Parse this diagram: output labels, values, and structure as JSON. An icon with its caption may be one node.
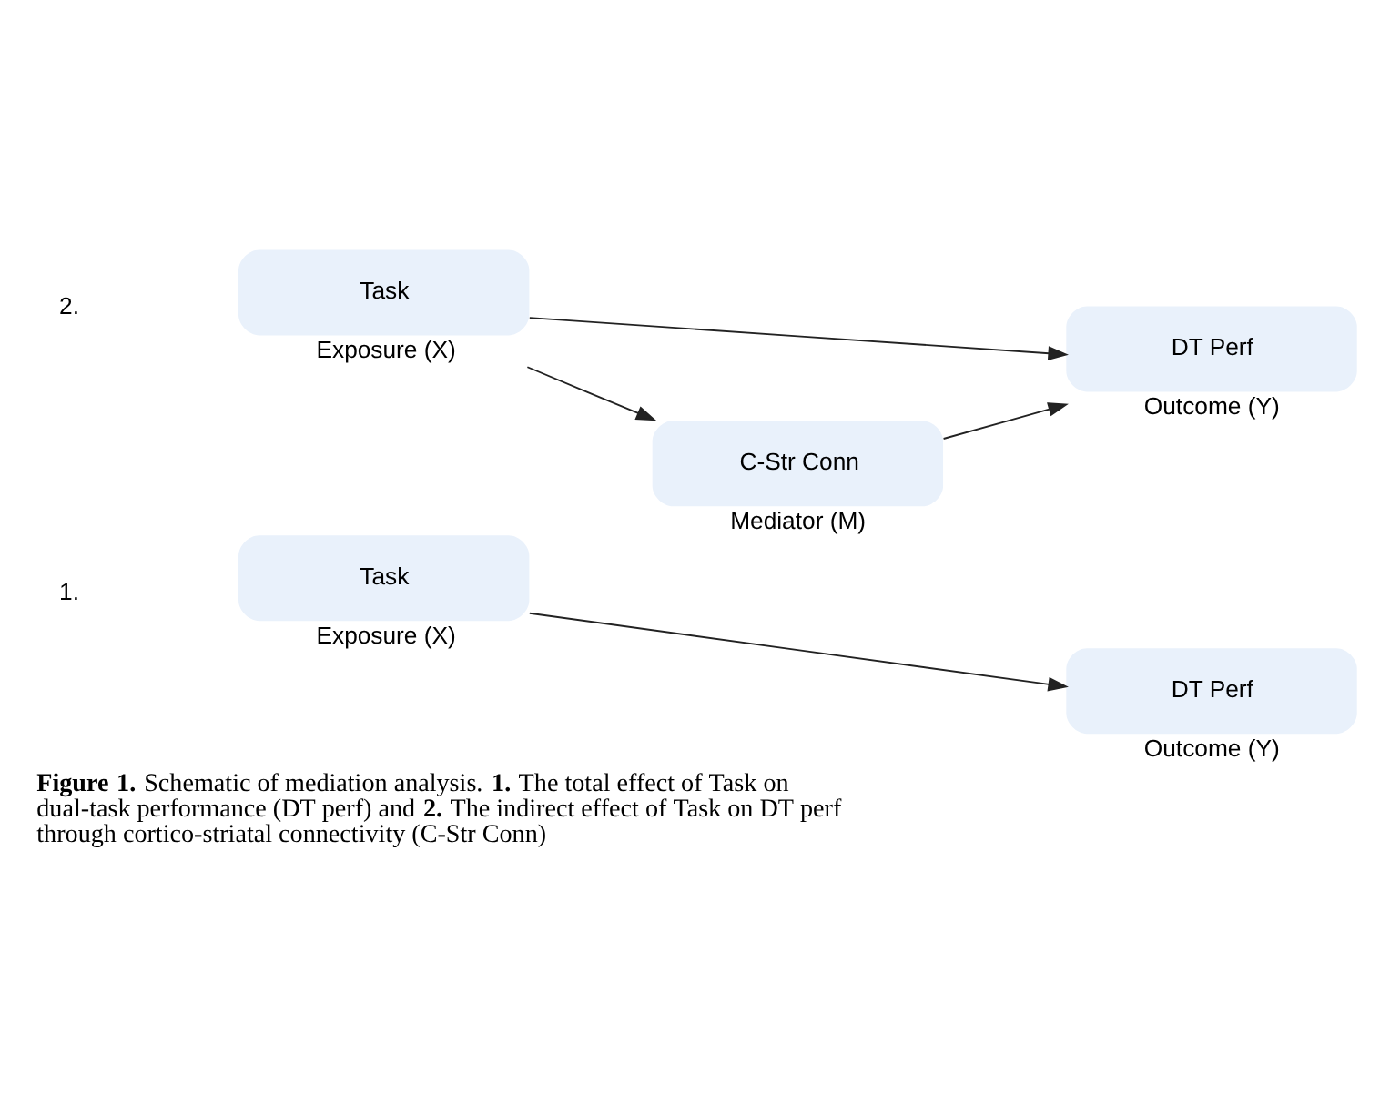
{
  "diagram": {
    "caption": "**Figure 1.** Schematic of mediation analysis. **1.** The total effect of Task on dual-task performance (DT perf) and **2.** The indirect effect of Task on DT perf through cortico-striatal connectivity (C-Str Conn)",
    "nodes": [
      {
        "text": [
          "Task"
        ],
        "beside": [
          "Exposure (X)"
        ]
      },
      {
        "text": [
          "DT Perf"
        ],
        "beside": [
          "Outcome (Y)"
        ]
      },
      {
        "text": [
          "C-Str Conn"
        ],
        "beside": [
          "Mediator (M)"
        ]
      },
      {
        "text": [
          "Task"
        ],
        "beside": [
          "Exposure (X)"
        ]
      },
      {
        "text": [
          "DT Perf"
        ],
        "beside": [
          "Outcome (Y)"
        ]
      }
    ],
    "edges": [
      {
        "from": 0,
        "to": 1,
        "arrow": "to"
      },
      {
        "from": 3,
        "to": 2,
        "arrow": "to"
      },
      {
        "from": 2,
        "to": 4,
        "arrow": "to"
      },
      {
        "from": 3,
        "to": 4,
        "arrow": "to"
      }
    ],
    "labels": [
      "1.",
      "2."
    ]
  }
}
